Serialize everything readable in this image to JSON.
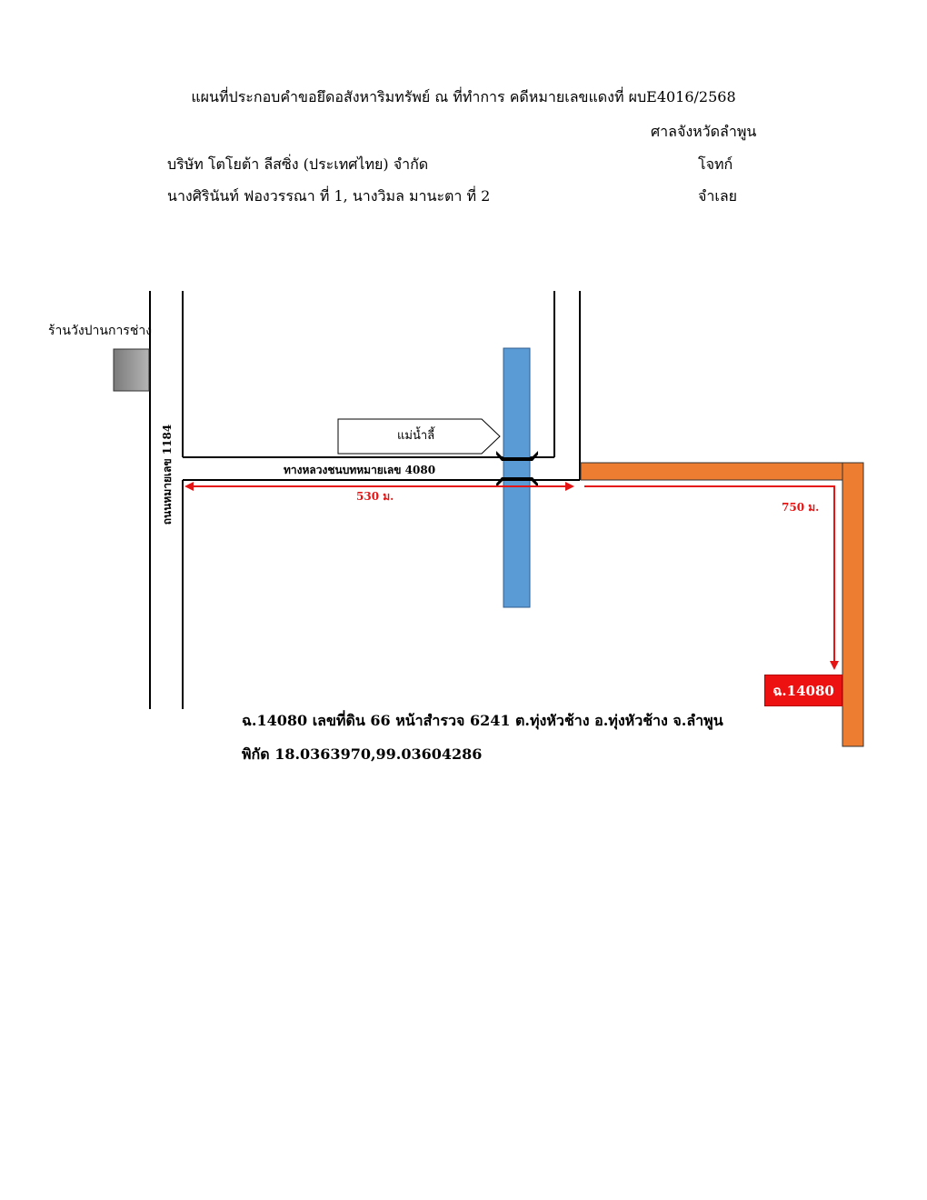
{
  "header": {
    "title": "แผนที่ประกอบคำขอยึดอสังหาริมทรัพย์ ณ ที่ทำการ คดีหมายเลขแดงที่ ผบE4016/2568",
    "court": "ศาลจังหวัดลำพูน",
    "plaintiff": "บริษัท โตโยต้า ลีสซิ่ง (ประเทศไทย) จำกัด",
    "plaintiff_role": "โจทก์",
    "defendant": "นางศิรินันท์ ฟองวรรณา ที่ 1, นางวิมล มานะตา ที่ 2",
    "defendant_role": "จำเลย"
  },
  "map": {
    "shop_label": "ร้านวังปานการช่าง",
    "river_label": "แม่น้ำลี้",
    "road_4080_label": "ทางหลวงชนบทหมายเลข 4080",
    "road_1184_label": "ถนนหมายเลข 1184",
    "distance_1": "530 ม.",
    "distance_2": "750 ม.",
    "plot_label": "ฉ.14080",
    "colors": {
      "river": "#5b9bd5",
      "access_road": "#ed7d31",
      "route": "#e61515",
      "plot": "#ee1111",
      "shop": "#8c8c8c"
    }
  },
  "footer": {
    "description": "ฉ.14080 เลขที่ดิน 66 หน้าสำรวจ 6241 ต.ทุ่งหัวช้าง อ.ทุ่งหัวช้าง จ.ลำพูน",
    "coordinates": "พิกัด  18.0363970,99.03604286"
  }
}
